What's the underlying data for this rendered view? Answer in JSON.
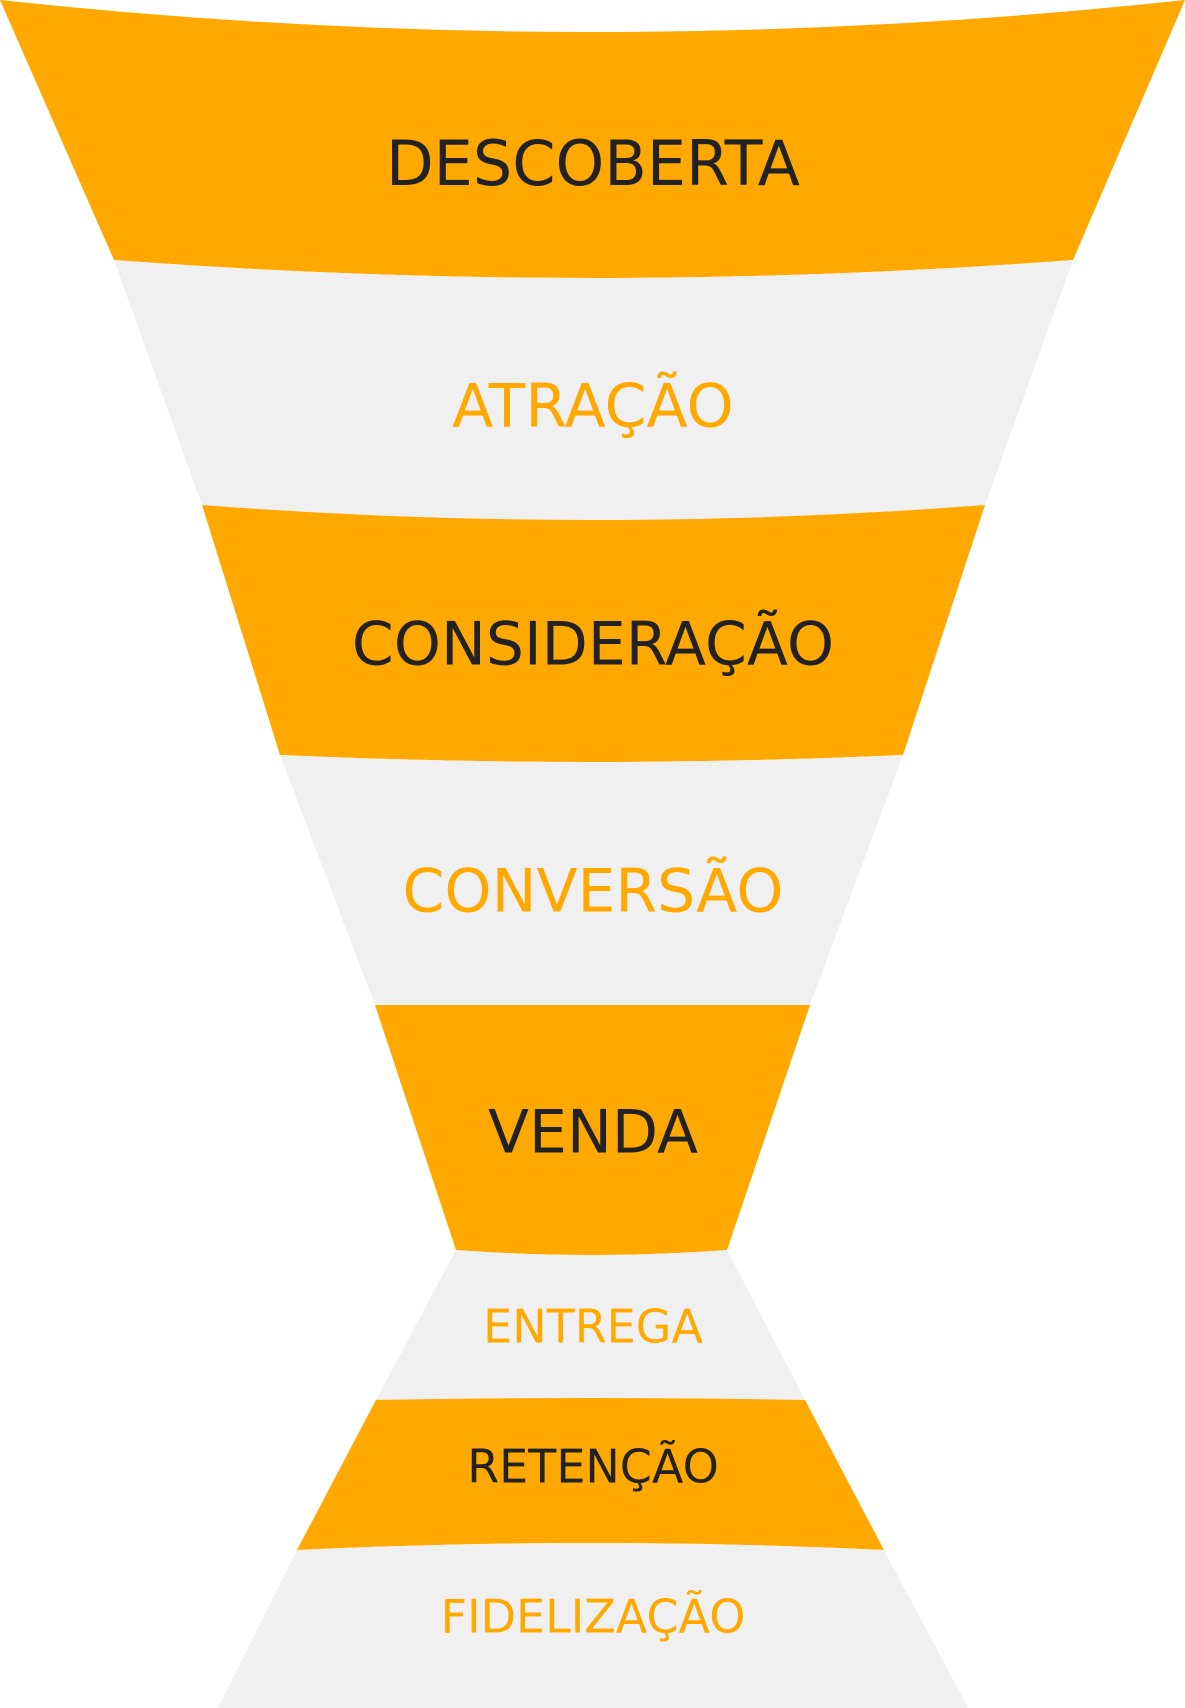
{
  "funnel": {
    "colors": {
      "orange": "#FFA800",
      "gray": "#F0F0F0",
      "dark_text": "#222222",
      "orange_text": "#FFA800"
    },
    "stages": [
      {
        "label": "DESCOBERTA",
        "fill": "orange"
      },
      {
        "label": "ATRAÇÃO",
        "fill": "gray"
      },
      {
        "label": "CONSIDERAÇÃO",
        "fill": "orange"
      },
      {
        "label": "CONVERSÃO",
        "fill": "gray"
      },
      {
        "label": "VENDA",
        "fill": "orange"
      },
      {
        "label": "ENTREGA",
        "fill": "gray"
      },
      {
        "label": "RETENÇÃO",
        "fill": "orange"
      },
      {
        "label": "FIDELIZAÇÃO",
        "fill": "gray"
      }
    ]
  }
}
